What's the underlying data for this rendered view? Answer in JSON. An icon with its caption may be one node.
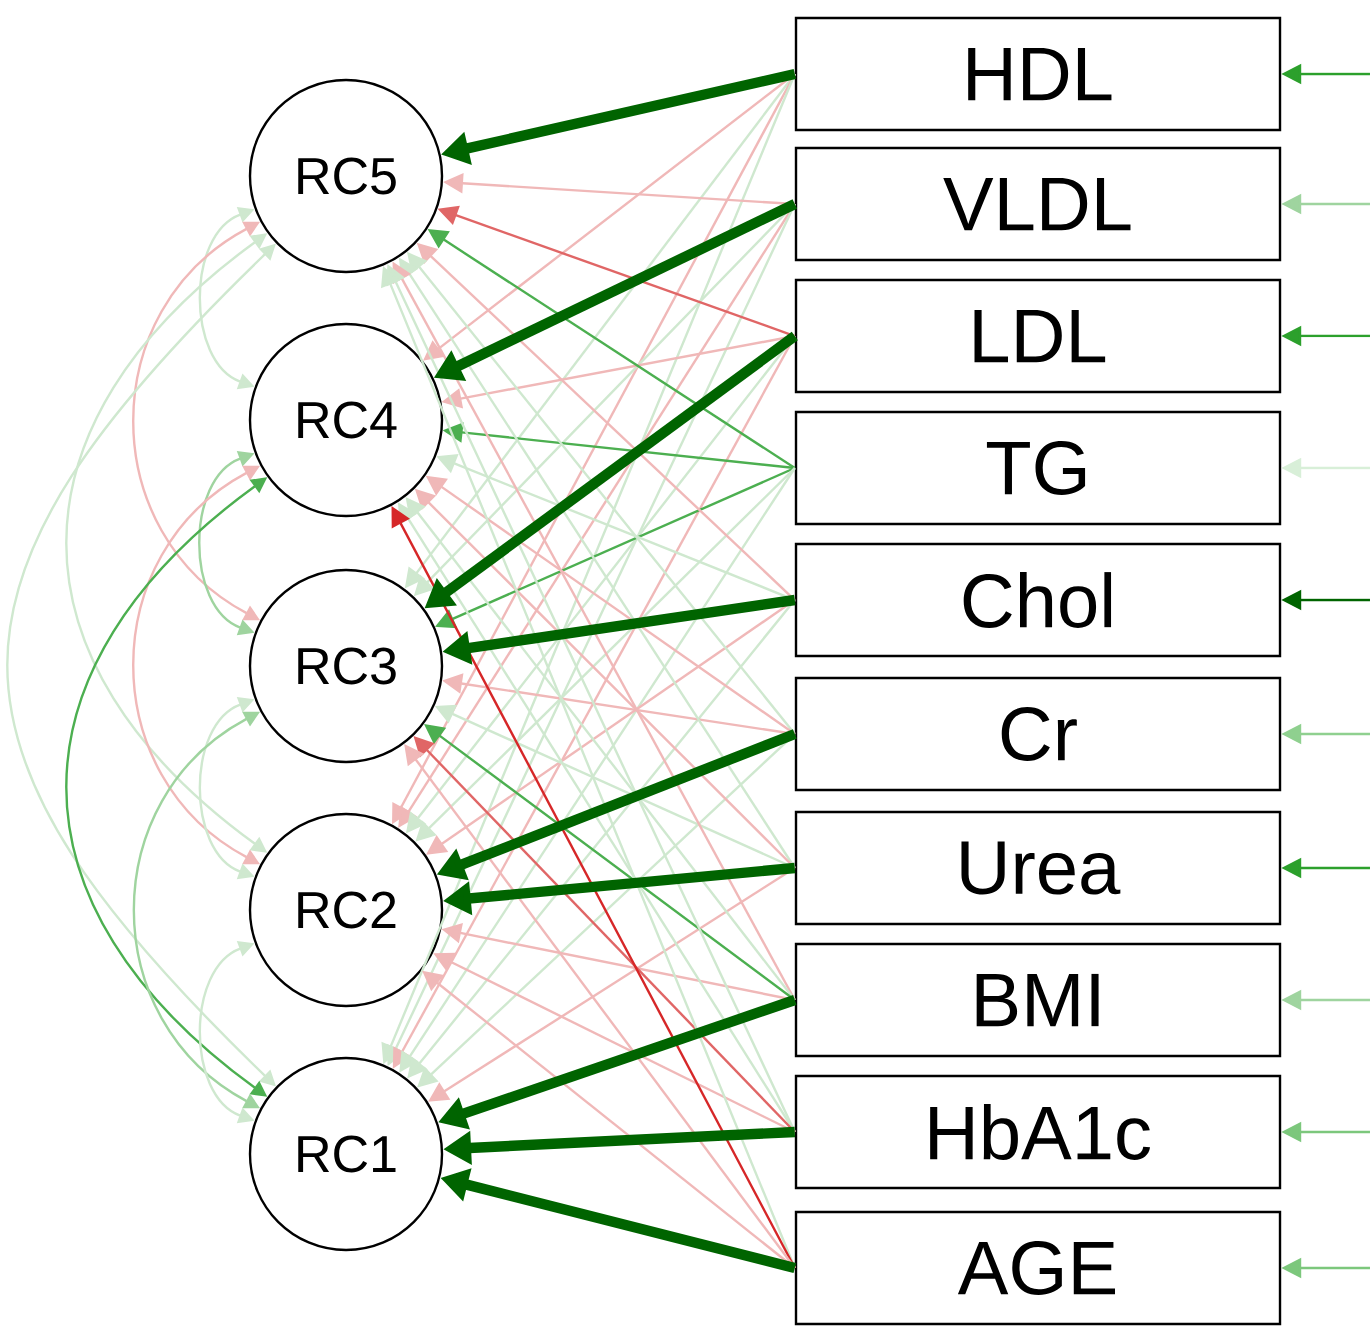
{
  "diagram": {
    "nodes": [
      {
        "text": [
          "RC5"
        ]
      },
      {
        "text": [
          "RC4"
        ]
      },
      {
        "text": [
          "RC3"
        ]
      },
      {
        "text": [
          "RC2"
        ]
      },
      {
        "text": [
          "RC1"
        ]
      },
      {
        "text": [
          "HDL"
        ]
      },
      {
        "text": [
          "VLDL"
        ]
      },
      {
        "text": [
          "LDL"
        ]
      },
      {
        "text": [
          "TG"
        ]
      },
      {
        "text": [
          "Chol"
        ]
      },
      {
        "text": [
          "Cr"
        ]
      },
      {
        "text": [
          "Urea"
        ]
      },
      {
        "text": [
          "BMI"
        ]
      },
      {
        "text": [
          "HbA1c"
        ]
      },
      {
        "text": [
          "AGE"
        ]
      }
    ],
    "edges": [
      {
        "from": 5,
        "to": 1,
        "arrow": "to",
        "color": "#f0b8b8"
      },
      {
        "from": 5,
        "to": 2,
        "arrow": "to",
        "color": "#cfe8cf"
      },
      {
        "from": 5,
        "to": 3,
        "arrow": "to",
        "color": "#f0b8b8"
      },
      {
        "from": 5,
        "to": 4,
        "arrow": "to",
        "color": "#cfe8cf"
      },
      {
        "from": 6,
        "to": 0,
        "arrow": "to",
        "color": "#f0b8b8"
      },
      {
        "from": 6,
        "to": 2,
        "arrow": "to",
        "color": "#cfe8cf"
      },
      {
        "from": 6,
        "to": 3,
        "arrow": "to",
        "color": "#f0b8b8"
      },
      {
        "from": 6,
        "to": 4,
        "arrow": "to",
        "color": "#cfe8cf"
      },
      {
        "from": 7,
        "to": 0,
        "arrow": "to",
        "color": "#e06666"
      },
      {
        "from": 7,
        "to": 1,
        "arrow": "to",
        "color": "#f0b8b8"
      },
      {
        "from": 7,
        "to": 3,
        "arrow": "to",
        "color": "#cfe8cf"
      },
      {
        "from": 7,
        "to": 4,
        "arrow": "to",
        "color": "#f0b8b8"
      },
      {
        "from": 8,
        "to": 0,
        "arrow": "to",
        "color": "#4caf50"
      },
      {
        "from": 8,
        "to": 1,
        "arrow": "to",
        "color": "#4caf50"
      },
      {
        "from": 8,
        "to": 2,
        "arrow": "to",
        "color": "#4caf50"
      },
      {
        "from": 8,
        "to": 3,
        "arrow": "to",
        "color": "#cfe8cf"
      },
      {
        "from": 8,
        "to": 4,
        "arrow": "to",
        "color": "#cfe8cf"
      },
      {
        "from": 9,
        "to": 0,
        "arrow": "to",
        "color": "#f0b8b8"
      },
      {
        "from": 9,
        "to": 1,
        "arrow": "to",
        "color": "#cfe8cf"
      },
      {
        "from": 9,
        "to": 3,
        "arrow": "to",
        "color": "#f0b8b8"
      },
      {
        "from": 9,
        "to": 4,
        "arrow": "to",
        "color": "#cfe8cf"
      },
      {
        "from": 10,
        "to": 0,
        "arrow": "to",
        "color": "#cfe8cf"
      },
      {
        "from": 10,
        "to": 1,
        "arrow": "to",
        "color": "#f0b8b8"
      },
      {
        "from": 10,
        "to": 2,
        "arrow": "to",
        "color": "#f0b8b8"
      },
      {
        "from": 10,
        "to": 4,
        "arrow": "to",
        "color": "#cfe8cf"
      },
      {
        "from": 11,
        "to": 0,
        "arrow": "to",
        "color": "#cfe8cf"
      },
      {
        "from": 11,
        "to": 1,
        "arrow": "to",
        "color": "#f0b8b8"
      },
      {
        "from": 11,
        "to": 2,
        "arrow": "to",
        "color": "#cfe8cf"
      },
      {
        "from": 11,
        "to": 4,
        "arrow": "to",
        "color": "#f0b8b8"
      },
      {
        "from": 12,
        "to": 0,
        "arrow": "to",
        "color": "#f0b8b8"
      },
      {
        "from": 12,
        "to": 1,
        "arrow": "to",
        "color": "#cfe8cf"
      },
      {
        "from": 12,
        "to": 2,
        "arrow": "to",
        "color": "#4caf50"
      },
      {
        "from": 12,
        "to": 3,
        "arrow": "to",
        "color": "#f0b8b8"
      },
      {
        "from": 13,
        "to": 0,
        "arrow": "to",
        "color": "#cfe8cf"
      },
      {
        "from": 13,
        "to": 1,
        "arrow": "to",
        "color": "#cfe8cf"
      },
      {
        "from": 13,
        "to": 2,
        "arrow": "to",
        "color": "#e06666"
      },
      {
        "from": 13,
        "to": 3,
        "arrow": "to",
        "color": "#f0b8b8"
      },
      {
        "from": 14,
        "to": 0,
        "arrow": "to",
        "color": "#cfe8cf"
      },
      {
        "from": 14,
        "to": 1,
        "arrow": "to",
        "color": "#d62728"
      },
      {
        "from": 14,
        "to": 2,
        "arrow": "to",
        "color": "#f0b8b8"
      },
      {
        "from": 14,
        "to": 3,
        "arrow": "to",
        "color": "#f0b8b8"
      },
      {
        "from": 5,
        "to": 0,
        "arrow": "to",
        "style": "thick",
        "color": "#006400"
      },
      {
        "from": 6,
        "to": 1,
        "arrow": "to",
        "style": "thick",
        "color": "#006400"
      },
      {
        "from": 7,
        "to": 2,
        "arrow": "to",
        "style": "thick",
        "color": "#006400"
      },
      {
        "from": 9,
        "to": 2,
        "arrow": "to",
        "style": "thick",
        "color": "#006400"
      },
      {
        "from": 10,
        "to": 3,
        "arrow": "to",
        "style": "thick",
        "color": "#006400"
      },
      {
        "from": 11,
        "to": 3,
        "arrow": "to",
        "style": "thick",
        "color": "#006400"
      },
      {
        "from": 12,
        "to": 4,
        "arrow": "to",
        "style": "thick",
        "color": "#006400"
      },
      {
        "from": 13,
        "to": 4,
        "arrow": "to",
        "style": "thick",
        "color": "#006400"
      },
      {
        "from": 14,
        "to": 4,
        "arrow": "to",
        "style": "thick",
        "color": "#006400"
      },
      {
        "from": 0,
        "to": 1,
        "arrow": "both",
        "color": "#cfe8cf"
      },
      {
        "from": 0,
        "to": 2,
        "arrow": "both",
        "color": "#f0b8b8"
      },
      {
        "from": 0,
        "to": 3,
        "arrow": "both",
        "color": "#cfe8cf"
      },
      {
        "from": 0,
        "to": 4,
        "arrow": "both",
        "color": "#cfe8cf"
      },
      {
        "from": 1,
        "to": 2,
        "arrow": "both",
        "color": "#9fd49f"
      },
      {
        "from": 1,
        "to": 3,
        "arrow": "both",
        "color": "#f0b8b8"
      },
      {
        "from": 1,
        "to": 4,
        "arrow": "both",
        "color": "#4caf50"
      },
      {
        "from": 2,
        "to": 3,
        "arrow": "both",
        "color": "#cfe8cf"
      },
      {
        "from": 2,
        "to": 4,
        "arrow": "both",
        "color": "#9fd49f"
      },
      {
        "from": 3,
        "to": 4,
        "arrow": "both",
        "color": "#cfe8cf"
      },
      {
        "from": null,
        "to": 5,
        "arrow": "to",
        "color": "#2ca02c"
      },
      {
        "from": null,
        "to": 6,
        "arrow": "to",
        "color": "#9fd49f"
      },
      {
        "from": null,
        "to": 7,
        "arrow": "to",
        "color": "#2ca02c"
      },
      {
        "from": null,
        "to": 8,
        "arrow": "to",
        "color": "#d8efd8"
      },
      {
        "from": null,
        "to": 9,
        "arrow": "to",
        "color": "#006400"
      },
      {
        "from": null,
        "to": 10,
        "arrow": "to",
        "color": "#8fd08f"
      },
      {
        "from": null,
        "to": 11,
        "arrow": "to",
        "color": "#2ca02c"
      },
      {
        "from": null,
        "to": 12,
        "arrow": "to",
        "color": "#9fd49f"
      },
      {
        "from": null,
        "to": 13,
        "arrow": "to",
        "color": "#7cc77c"
      },
      {
        "from": null,
        "to": 14,
        "arrow": "to",
        "color": "#7cc77c"
      }
    ]
  }
}
